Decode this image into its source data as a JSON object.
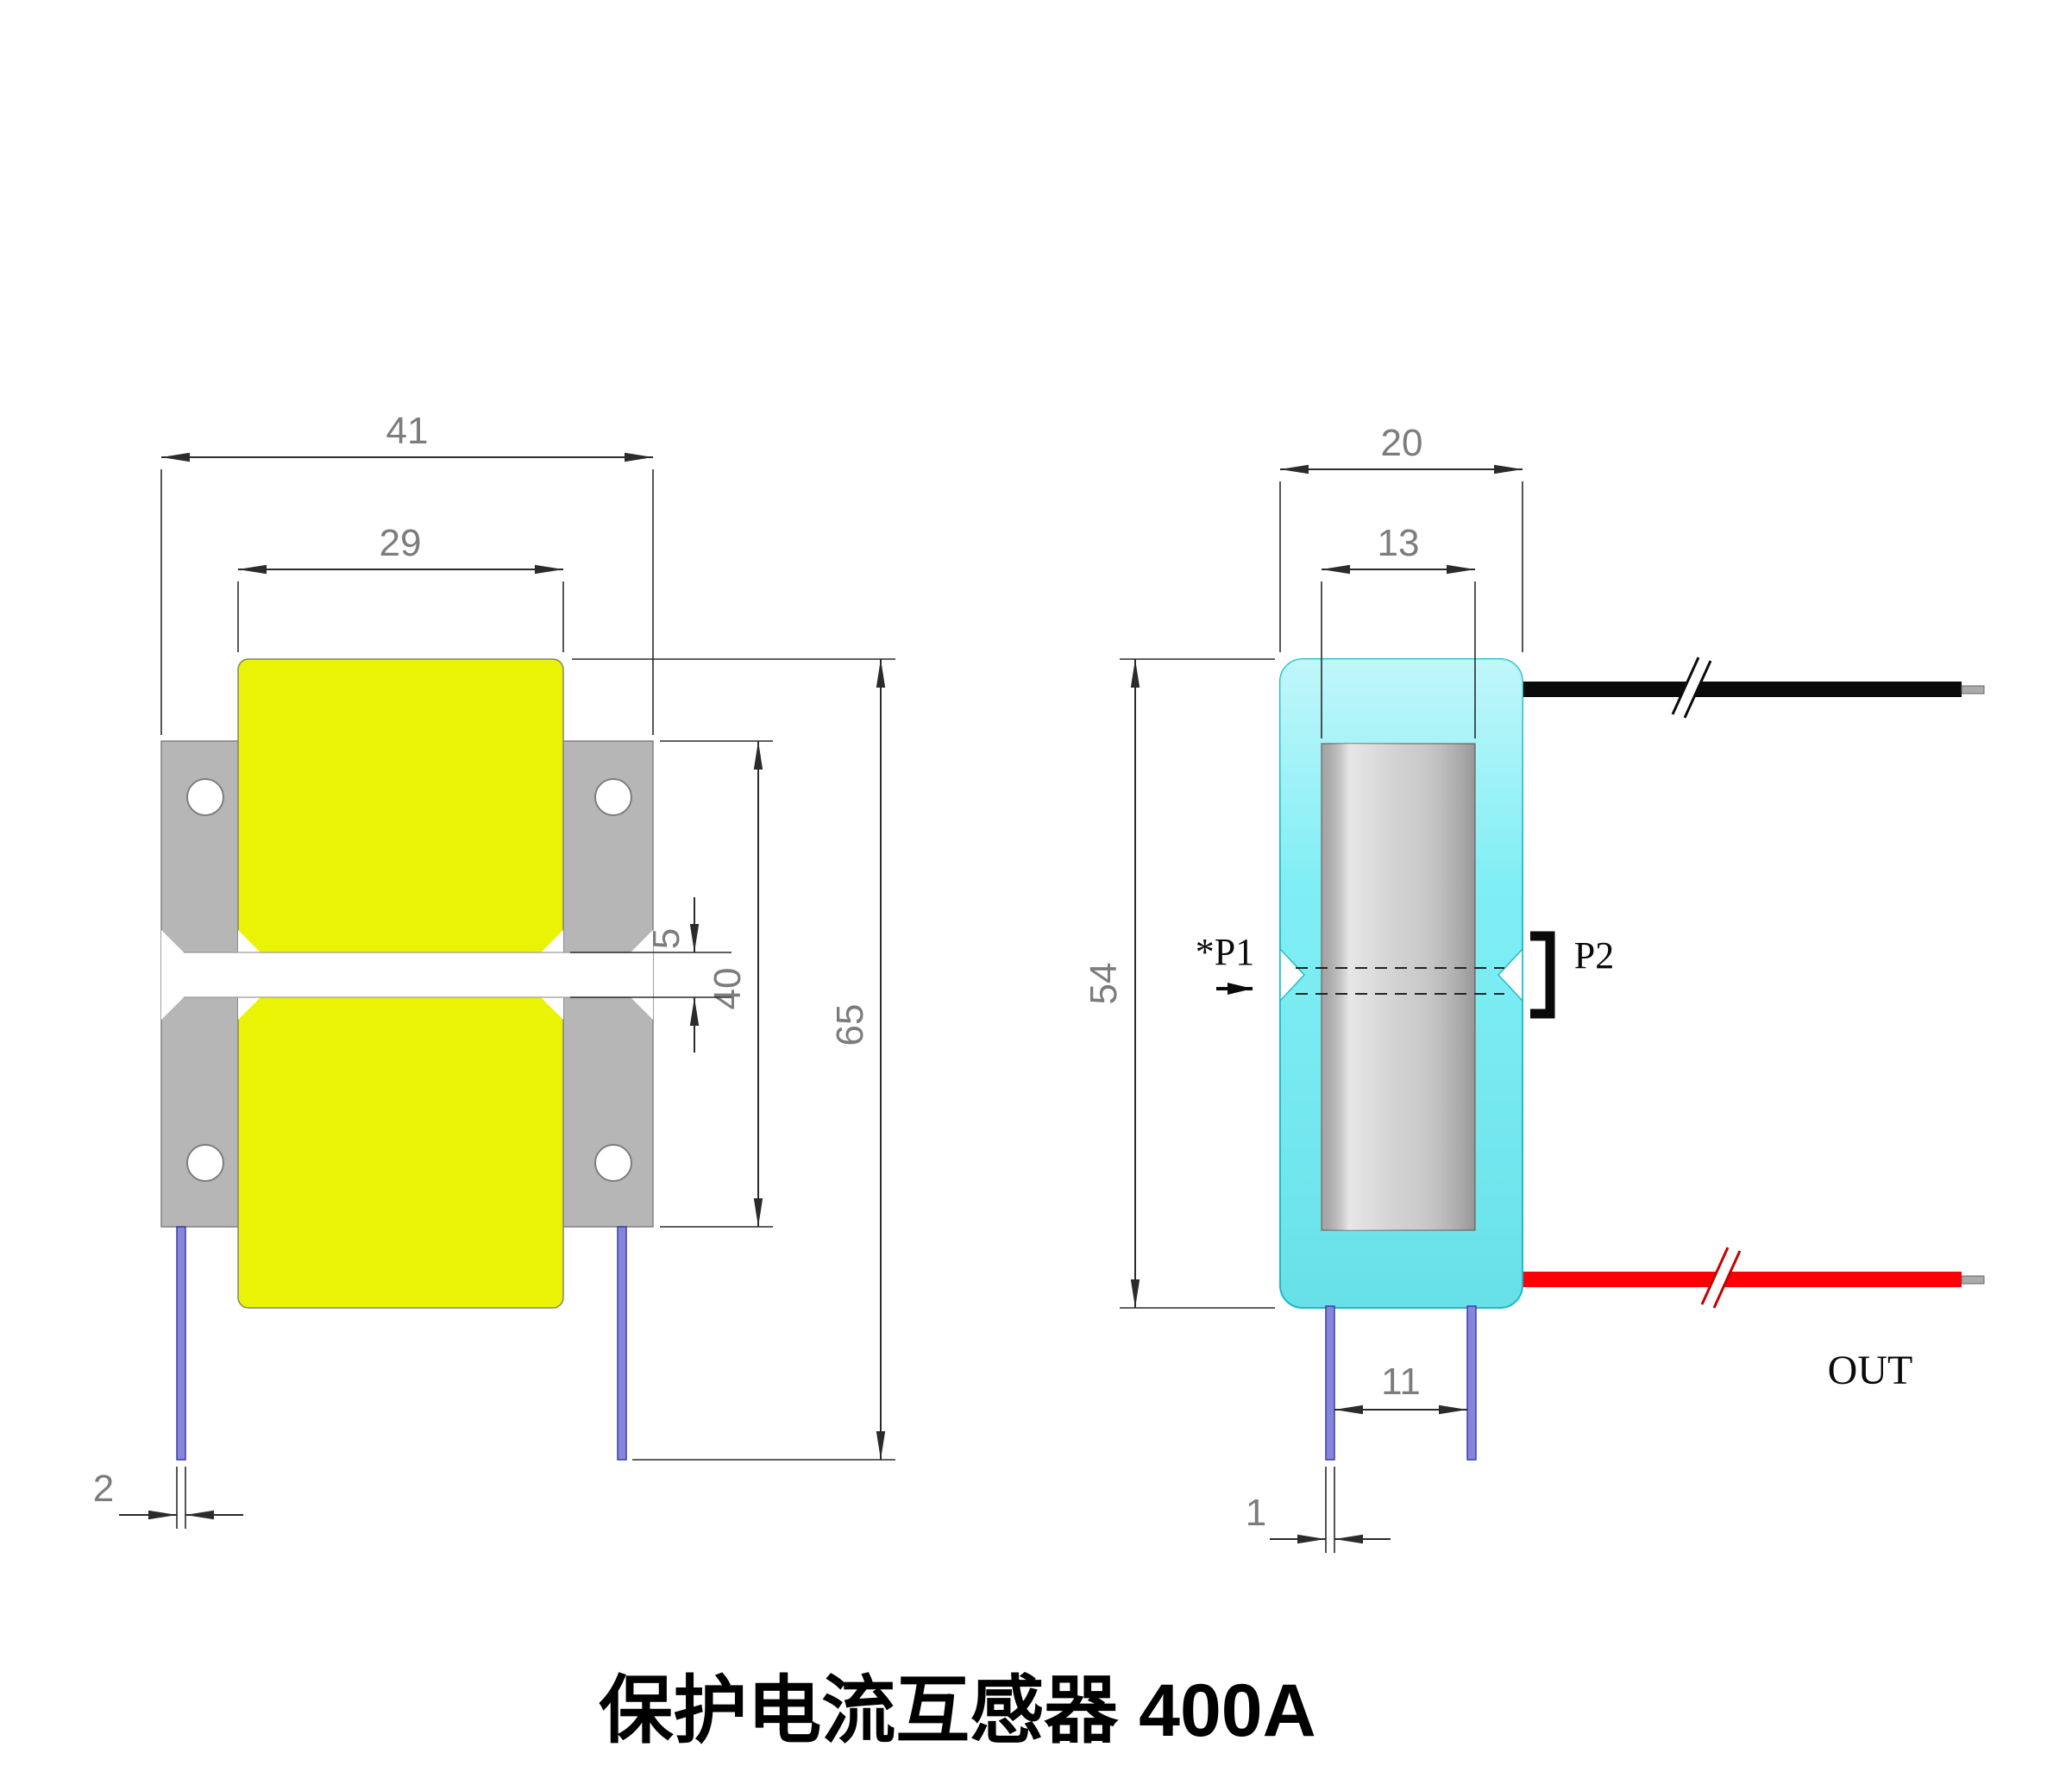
{
  "title": "保护电流互感器 400A",
  "front": {
    "dims": {
      "overall_width": "41",
      "body_width": "29",
      "gap_height": "5",
      "plate_height": "40",
      "overall_height": "65",
      "pin_width": "2"
    }
  },
  "side": {
    "dims": {
      "overall_width": "20",
      "core_width": "13",
      "overall_height": "54",
      "pin_spacing": "11",
      "pin_width": "1"
    },
    "labels": {
      "p1": "*P1",
      "p2": "P2",
      "out": "OUT"
    }
  },
  "colors": {
    "bobbin": "#eaf303",
    "plate": "#b6b6b6",
    "body": "#74edf4",
    "core": "#c9c9c9",
    "pin": "#8585da",
    "wire_primary": "#0a0a0a",
    "wire_secondary": "#fb0006",
    "dimension_text": "#7c7c7c"
  }
}
